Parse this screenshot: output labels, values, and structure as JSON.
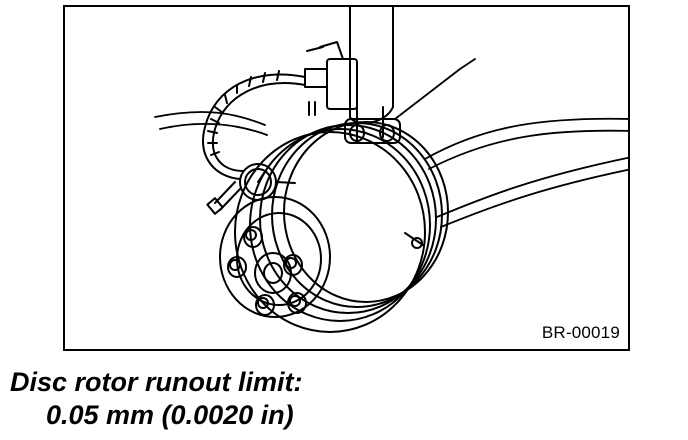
{
  "figure": {
    "code": "BR-00019",
    "subject": [
      "dial-gauge",
      "disc-rotor",
      "hub-bolts",
      "strut",
      "magnetic-base"
    ]
  },
  "caption": {
    "line1": "Disc rotor runout limit:",
    "line2": "0.05 mm (0.0020 in)"
  }
}
